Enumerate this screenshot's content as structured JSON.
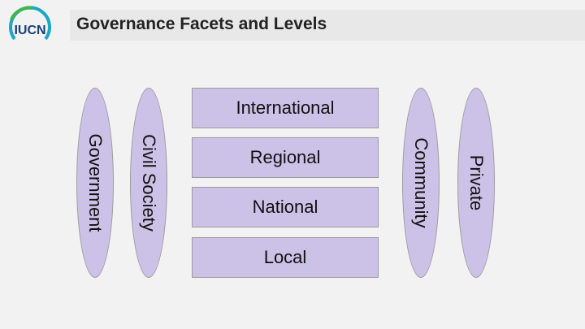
{
  "header": {
    "title": "Governance Facets and Levels",
    "logo_text": "IUCN"
  },
  "levels": [
    "International",
    "Regional",
    "National",
    "Local"
  ],
  "facets_left": [
    "Government",
    "Civil Society"
  ],
  "facets_right": [
    "Community",
    "Private"
  ],
  "colors": {
    "shape_fill": "#ccc1e6",
    "shape_border": "#9c9c9c",
    "logo_blue": "#1b3f7a",
    "logo_ring_green": "#3fb54a",
    "logo_ring_teal": "#1aa8c8"
  }
}
